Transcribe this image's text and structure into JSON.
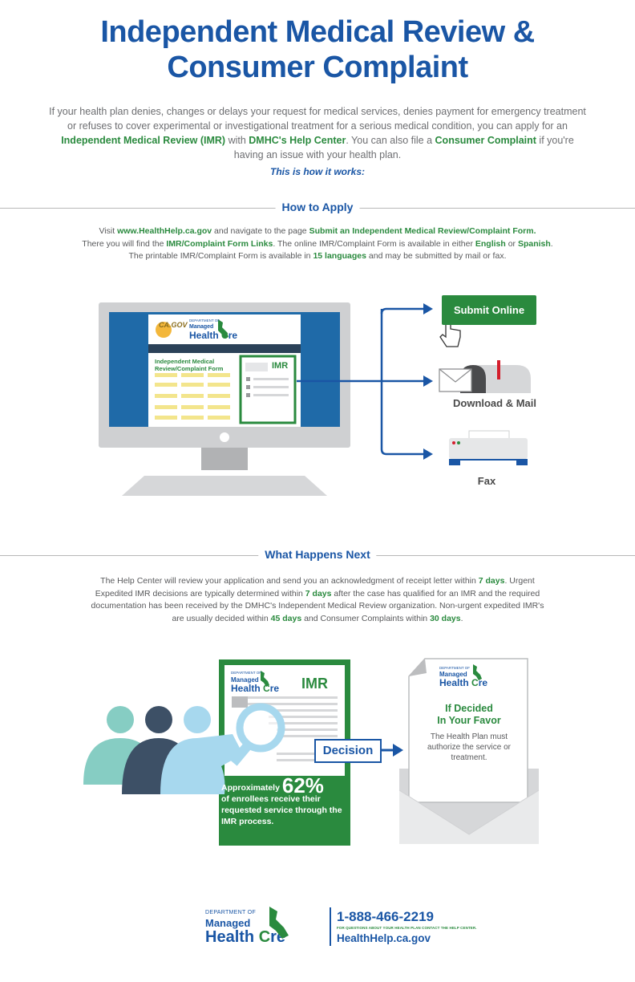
{
  "header": {
    "title_line1": "Independent Medical Review &",
    "title_line2": "Consumer Complaint"
  },
  "intro": {
    "t1": "If your health plan denies, changes or delays your request for medical services, denies payment for emergency treatment or refuses to cover experimental or investigational treatment for a serious medical condition, you can apply for an ",
    "imr": "Independent Medical Review (IMR)",
    "t2": " with ",
    "help_center": "DMHC's Help Center",
    "t3": ". You can also file a ",
    "complaint": "Consumer Complaint",
    "t4": " if you're having an issue with your health plan.",
    "how_it_works": "This is how it works:"
  },
  "apply": {
    "heading": "How to Apply",
    "t1": "Visit ",
    "url": "www.HealthHelp.ca.gov",
    "t2": " and navigate to the page ",
    "page": "Submit an Independent Medical Review/Complaint Form.",
    "t3": "There you will find the ",
    "links": "IMR/Complaint Form Links",
    "t4": ".  The online IMR/Complaint Form is available in either ",
    "english": "English",
    "t5": " or ",
    "spanish": "Spanish",
    "t6": ".",
    "t7": "The printable IMR/Complaint Form is available in ",
    "languages": "15 languages",
    "t8": " and  may be submitted by mail or fax."
  },
  "screen": {
    "ca_logo": "CA.GOV",
    "dept": "DEPARTMENT OF",
    "managed": "Managed",
    "health": "Health",
    "care_c": "C",
    "care_rest": "re",
    "form_title_1": "Independent Medical",
    "form_title_2": "Review/Complaint Form",
    "imr": "IMR"
  },
  "options": {
    "submit_online": "Submit Online",
    "download_mail": "Download & Mail",
    "fax": "Fax"
  },
  "next": {
    "heading": "What Happens Next",
    "t1": "The Help Center will review your application and send you an acknowledgment of receipt letter within ",
    "d7a": "7 days",
    "t2": ". Urgent Expedited IMR decisions are typically determined within ",
    "d7b": "7 days",
    "t3": " after the case has qualified for an IMR and the required documentation has been received by the DMHC's Independent Medical Review organization. Non-urgent expedited IMR's are usually decided within ",
    "d45": "45 days",
    "t4": " and Consumer Complaints within ",
    "d30": "30 days",
    "t5": "."
  },
  "imr_doc": {
    "imr": "IMR",
    "stat_pre": "Approximately ",
    "stat_pct": "62%",
    "stat_post": "of enrollees receive their requested service through the IMR process.",
    "decision": "Decision",
    "favor_title_1": "If Decided",
    "favor_title_2": "In Your Favor",
    "favor_text": "The Health Plan must authorize the service or treatment."
  },
  "footer": {
    "dept": "DEPARTMENT OF",
    "managed": "Managed",
    "health": "Health",
    "care_c": "C",
    "care_rest": "re",
    "phone": "1-888-466-2219",
    "tiny": "FOR QUESTIONS ABOUT YOUR HEALTH PLAN CONTACT THE HELP CENTER.",
    "site": "HealthHelp.ca.gov"
  },
  "colors": {
    "blue": "#1a56a5",
    "green": "#2a8a3e",
    "teal": "#86cdc3",
    "navy": "#3d5066",
    "light_blue": "#a7d8ee",
    "gray": "#c8c9cb"
  }
}
